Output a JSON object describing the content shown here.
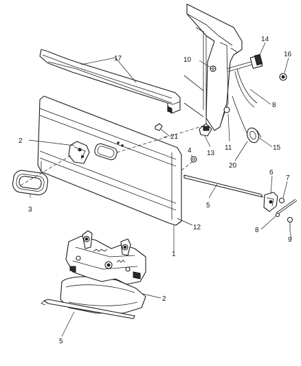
{
  "diagram": {
    "callouts": {
      "c1": "1",
      "c2a": "2",
      "c2b": "2",
      "c3": "3",
      "c4": "4",
      "c5a": "5",
      "c5b": "5",
      "c6": "6",
      "c7": "7",
      "c8a": "8",
      "c8b": "8",
      "c9": "9",
      "c10": "10",
      "c11": "11",
      "c12": "12",
      "c13": "13",
      "c14": "14",
      "c15": "15",
      "c16": "16",
      "c17": "17",
      "c20": "20",
      "c21": "21"
    }
  }
}
